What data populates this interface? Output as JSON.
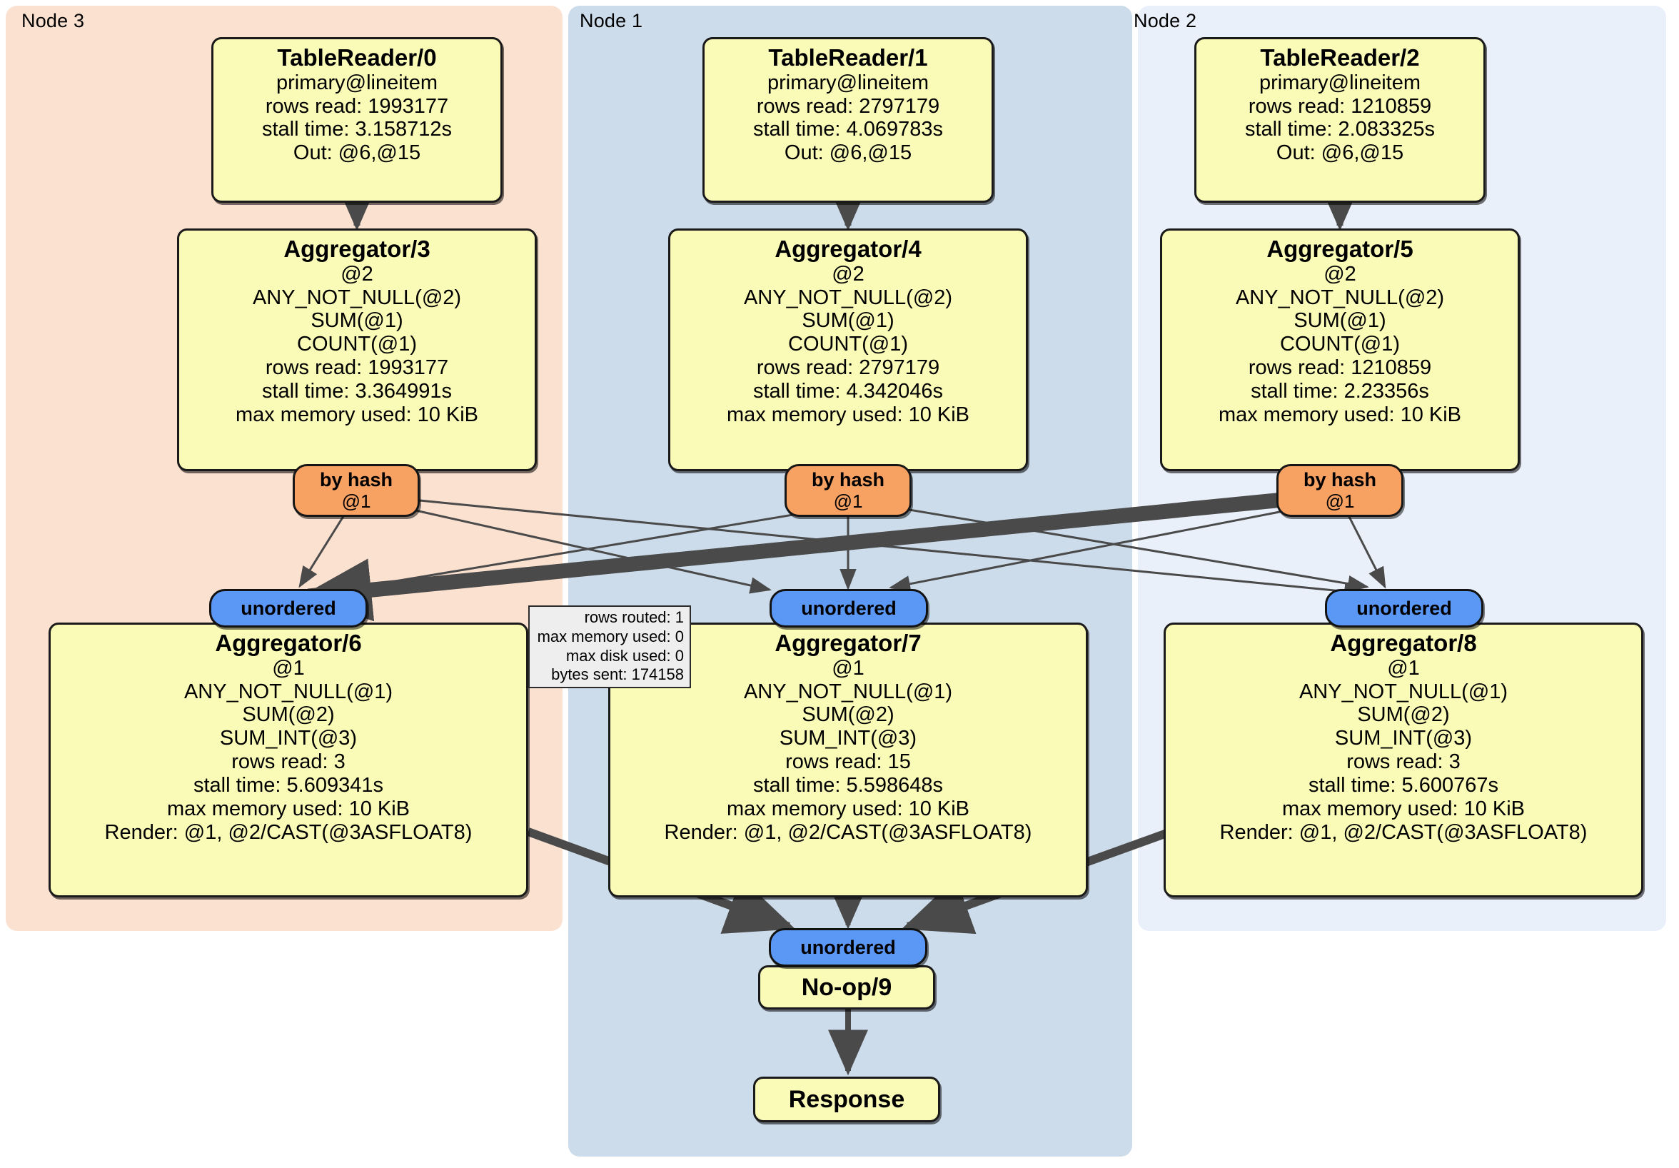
{
  "diagram": {
    "title": "Distributed query execution plan",
    "colors": {
      "node3_bg": "#fbe1d0",
      "node1_bg": "#ccdcea",
      "node2_bg": "#eaf0fa",
      "operator_bg": "#fbfbb8",
      "router_bg": "#f7a163",
      "stream_bg": "#5b97f5",
      "stats_bg": "#eeeeee",
      "edge": "#4a4a4a",
      "border": "#1a1a1a"
    }
  },
  "clusters": [
    {
      "id": "node3",
      "label": "Node 3"
    },
    {
      "id": "node1",
      "label": "Node 1"
    },
    {
      "id": "node2",
      "label": "Node 2"
    }
  ],
  "table_readers": [
    {
      "title": "TableReader/0",
      "lines": [
        "primary@lineitem",
        "rows read: 1993177",
        "stall time: 3.158712s",
        "Out: @6,@15"
      ]
    },
    {
      "title": "TableReader/1",
      "lines": [
        "primary@lineitem",
        "rows read: 2797179",
        "stall time: 4.069783s",
        "Out: @6,@15"
      ]
    },
    {
      "title": "TableReader/2",
      "lines": [
        "primary@lineitem",
        "rows read: 1210859",
        "stall time: 2.083325s",
        "Out: @6,@15"
      ]
    }
  ],
  "aggregators_local": [
    {
      "title": "Aggregator/3",
      "lines": [
        "@2",
        "ANY_NOT_NULL(@2)",
        "SUM(@1)",
        "COUNT(@1)",
        "rows read: 1993177",
        "stall time: 3.364991s",
        "max memory used: 10 KiB"
      ]
    },
    {
      "title": "Aggregator/4",
      "lines": [
        "@2",
        "ANY_NOT_NULL(@2)",
        "SUM(@1)",
        "COUNT(@1)",
        "rows read: 2797179",
        "stall time: 4.342046s",
        "max memory used: 10 KiB"
      ]
    },
    {
      "title": "Aggregator/5",
      "lines": [
        "@2",
        "ANY_NOT_NULL(@2)",
        "SUM(@1)",
        "COUNT(@1)",
        "rows read: 1210859",
        "stall time: 2.23356s",
        "max memory used: 10 KiB"
      ]
    }
  ],
  "routers": [
    {
      "id": "router-3",
      "title": "by hash",
      "sub": "@1"
    },
    {
      "id": "router-4",
      "title": "by hash",
      "sub": "@1"
    },
    {
      "id": "router-5",
      "title": "by hash",
      "sub": "@1"
    }
  ],
  "streams_mid": [
    {
      "id": "unordered-6",
      "label": "unordered"
    },
    {
      "id": "unordered-7",
      "label": "unordered"
    },
    {
      "id": "unordered-8",
      "label": "unordered"
    }
  ],
  "aggregators_final": [
    {
      "title": "Aggregator/6",
      "lines": [
        "@1",
        "ANY_NOT_NULL(@1)",
        "SUM(@2)",
        "SUM_INT(@3)",
        "rows read: 3",
        "stall time: 5.609341s",
        "max memory used: 10 KiB",
        "Render: @1, @2/CAST(@3ASFLOAT8)"
      ]
    },
    {
      "title": "Aggregator/7",
      "lines": [
        "@1",
        "ANY_NOT_NULL(@1)",
        "SUM(@2)",
        "SUM_INT(@3)",
        "rows read: 15",
        "stall time: 5.598648s",
        "max memory used: 10 KiB",
        "Render: @1, @2/CAST(@3ASFLOAT8)"
      ]
    },
    {
      "title": "Aggregator/8",
      "lines": [
        "@1",
        "ANY_NOT_NULL(@1)",
        "SUM(@2)",
        "SUM_INT(@3)",
        "rows read: 3",
        "stall time: 5.600767s",
        "max memory used: 10 KiB",
        "Render: @1, @2/CAST(@3ASFLOAT8)"
      ]
    }
  ],
  "edge_stats": {
    "lines": [
      "rows routed: 1",
      "max memory used: 0",
      "max disk used: 0",
      "bytes sent: 174158"
    ]
  },
  "stream_final": {
    "label": "unordered"
  },
  "noop": {
    "title": "No-op/9"
  },
  "response": {
    "title": "Response"
  }
}
